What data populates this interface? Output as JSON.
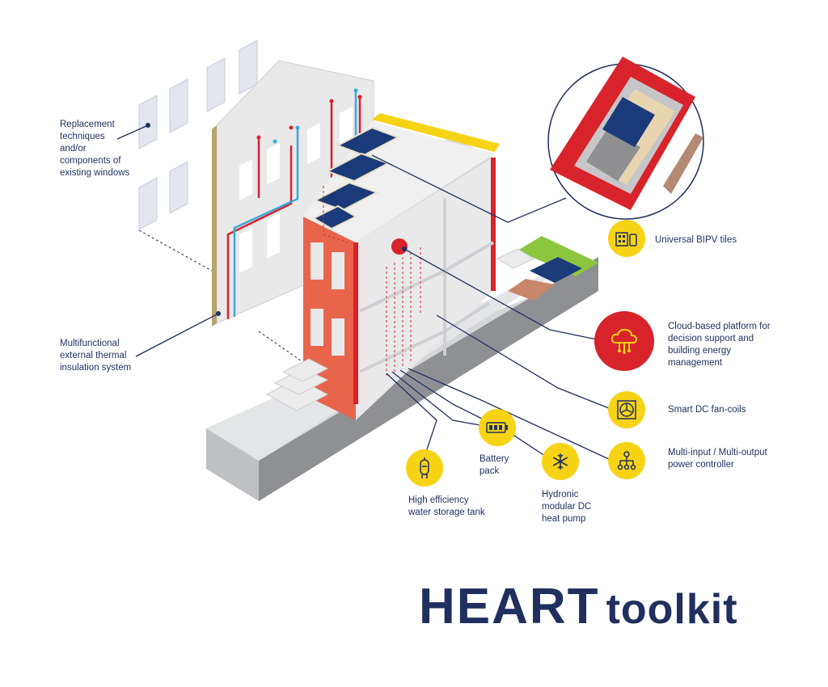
{
  "title": {
    "main": "HEART",
    "sub": "toolkit"
  },
  "labels": {
    "windows": "Replacement\ntechniques\nand/or\ncomponents of\nexisting windows",
    "insulation": "Multifunctional\nexternal thermal\ninsulation system",
    "bipv": "Universal BIPV tiles",
    "cloud": "Cloud-based platform for\ndecision support and\nbuilding energy\nmanagement",
    "fancoils": "Smart DC fan-coils",
    "controller": "Multi-input / Multi-output\npower controller",
    "battery": "Battery\npack",
    "storage": "High efficiency\nwater storage tank",
    "heatpump": "Hydronic\nmodular DC\nheat pump"
  },
  "icons": {
    "bipv": "building-phone-icon",
    "cloud": "cloud-network-icon",
    "fancoils": "fan-coil-icon",
    "controller": "network-hierarchy-icon",
    "battery": "battery-icon",
    "storage": "water-tank-icon",
    "heatpump": "snowflake-icon"
  },
  "colors": {
    "navy": "#1f2f5e",
    "red": "#d9232b",
    "yellow": "#f7d315",
    "brick": "#e8654c",
    "solar": "#1b3a7a",
    "green": "#8cc63f",
    "wall": "#e6e6e6"
  }
}
